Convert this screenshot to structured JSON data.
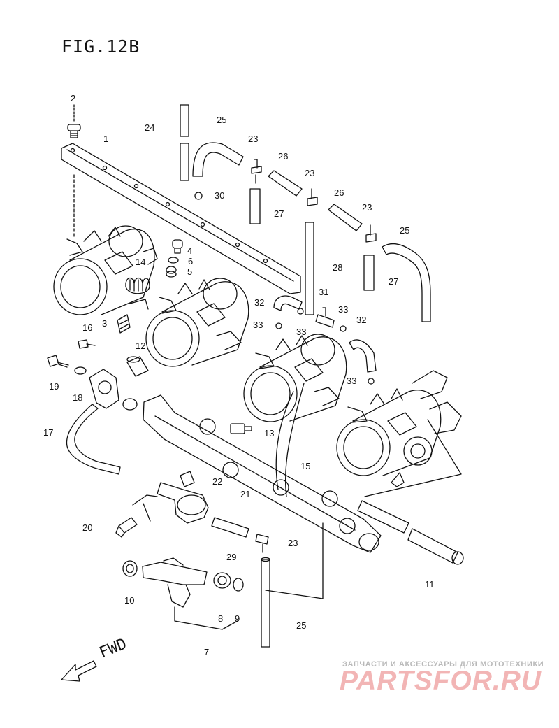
{
  "figure": {
    "title": "FIG.12B"
  },
  "direction": {
    "label": "FWD"
  },
  "watermark": {
    "tagline": "ЗАПЧАСТИ И АКСЕССУАРЫ ДЛЯ МОТОТЕХНИКИ",
    "logo_text": "PARTSFOR.RU",
    "color": "#f2b5b5"
  },
  "callouts": [
    {
      "id": "c2",
      "label": "2"
    },
    {
      "id": "c1",
      "label": "1"
    },
    {
      "id": "c24",
      "label": "24"
    },
    {
      "id": "c25a",
      "label": "25"
    },
    {
      "id": "c23a",
      "label": "23"
    },
    {
      "id": "c26a",
      "label": "26"
    },
    {
      "id": "c30",
      "label": "30"
    },
    {
      "id": "c27a",
      "label": "27"
    },
    {
      "id": "c23b",
      "label": "23"
    },
    {
      "id": "c26b",
      "label": "26"
    },
    {
      "id": "c23c",
      "label": "23"
    },
    {
      "id": "c25b",
      "label": "25"
    },
    {
      "id": "c4",
      "label": "4"
    },
    {
      "id": "c6",
      "label": "6"
    },
    {
      "id": "c5",
      "label": "5"
    },
    {
      "id": "c14",
      "label": "14"
    },
    {
      "id": "c28",
      "label": "28"
    },
    {
      "id": "c27b",
      "label": "27"
    },
    {
      "id": "c31",
      "label": "31"
    },
    {
      "id": "c32a",
      "label": "32"
    },
    {
      "id": "c33a",
      "label": "33"
    },
    {
      "id": "c33b",
      "label": "33"
    },
    {
      "id": "c33c",
      "label": "33"
    },
    {
      "id": "c32b",
      "label": "32"
    },
    {
      "id": "c3",
      "label": "3"
    },
    {
      "id": "c16",
      "label": "16"
    },
    {
      "id": "c12",
      "label": "12"
    },
    {
      "id": "c19",
      "label": "19"
    },
    {
      "id": "c18",
      "label": "18"
    },
    {
      "id": "c33d",
      "label": "33"
    },
    {
      "id": "c17",
      "label": "17"
    },
    {
      "id": "c13",
      "label": "13"
    },
    {
      "id": "c15",
      "label": "15"
    },
    {
      "id": "c22",
      "label": "22"
    },
    {
      "id": "c21",
      "label": "21"
    },
    {
      "id": "c20",
      "label": "20"
    },
    {
      "id": "c23d",
      "label": "23"
    },
    {
      "id": "c29",
      "label": "29"
    },
    {
      "id": "c11",
      "label": "11"
    },
    {
      "id": "c10",
      "label": "10"
    },
    {
      "id": "c8",
      "label": "8"
    },
    {
      "id": "c9",
      "label": "9"
    },
    {
      "id": "c25c",
      "label": "25"
    },
    {
      "id": "c7",
      "label": "7"
    }
  ]
}
